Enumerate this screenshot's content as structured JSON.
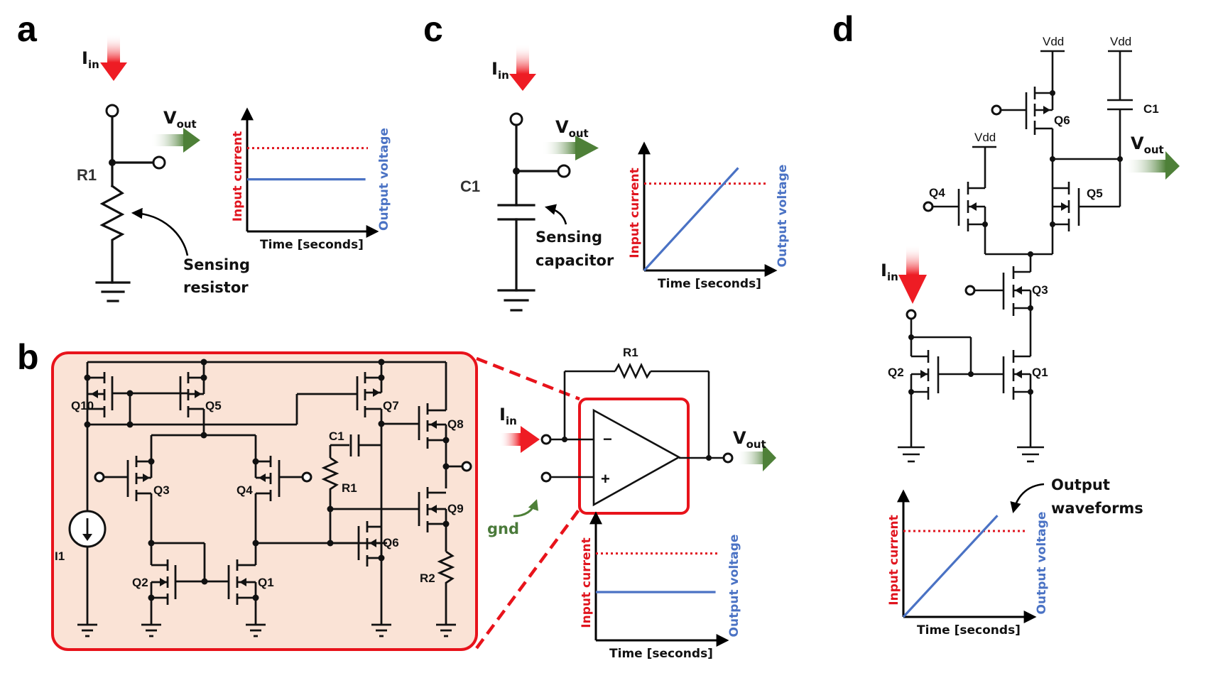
{
  "figure": {
    "panels": {
      "a": {
        "letter": "a",
        "input_label": "I",
        "input_sub": "in",
        "output_label": "V",
        "output_sub": "out",
        "component_label": "R1",
        "annotation_line1": "Sensing",
        "annotation_line2": "resistor"
      },
      "b": {
        "letter": "b",
        "transistors": [
          "Q10",
          "Q5",
          "Q7",
          "Q8",
          "Q3",
          "Q4",
          "Q9",
          "Q6",
          "Q2",
          "Q1"
        ],
        "labels": {
          "Q10": "Q10",
          "Q5": "Q5",
          "Q7": "Q7",
          "Q8": "Q8",
          "Q3": "Q3",
          "Q4": "Q4",
          "Q9": "Q9",
          "Q6": "Q6",
          "Q2": "Q2",
          "Q1": "Q1",
          "C1": "C1",
          "R1": "R1",
          "R2": "R2",
          "I1": "I1"
        },
        "opamp": {
          "feedback_label": "R1",
          "input_label": "I",
          "input_sub": "in",
          "output_label": "V",
          "output_sub": "out",
          "minus": "−",
          "plus": "+",
          "gnd_label": "gnd"
        }
      },
      "c": {
        "letter": "c",
        "input_label": "I",
        "input_sub": "in",
        "output_label": "V",
        "output_sub": "out",
        "component_label": "C1",
        "annotation_line1": "Sensing",
        "annotation_line2": "capacitor"
      },
      "d": {
        "letter": "d",
        "vdd_labels": [
          "Vdd",
          "Vdd",
          "Vdd"
        ],
        "labels": {
          "Q6": "Q6",
          "C1": "C1",
          "Q4": "Q4",
          "Q5": "Q5",
          "Q3": "Q3",
          "Q2": "Q2",
          "Q1": "Q1"
        },
        "input_label": "I",
        "input_sub": "in",
        "output_label": "V",
        "output_sub": "out",
        "annotation_line1": "Output",
        "annotation_line2": "waveforms"
      }
    },
    "colors": {
      "current": "#e0141e",
      "voltage": "#4a72c4",
      "highlight_box": "#e8131b",
      "highlight_fill": "#fae3d6",
      "output_arrow": "#4e8038",
      "gnd_text": "#4a7a3a"
    }
  },
  "chart_data": [
    {
      "id": "panel-a-waveform",
      "type": "line",
      "title": "",
      "xlabel": "Time [seconds]",
      "ylabel_left": "Input current",
      "ylabel_right": "Output voltage",
      "xlim": [
        0,
        1
      ],
      "ylim": [
        0,
        1
      ],
      "series": [
        {
          "name": "Input current",
          "style": "dotted",
          "color": "#e0141e",
          "x": [
            0,
            1
          ],
          "y": [
            0.72,
            0.72
          ]
        },
        {
          "name": "Output voltage",
          "style": "solid",
          "color": "#4a72c4",
          "x": [
            0,
            0.98
          ],
          "y": [
            0.45,
            0.45
          ]
        }
      ]
    },
    {
      "id": "panel-b-waveform",
      "type": "line",
      "title": "",
      "xlabel": "Time [seconds]",
      "ylabel_left": "Input current",
      "ylabel_right": "Output voltage",
      "xlim": [
        0,
        1
      ],
      "ylim": [
        0,
        1
      ],
      "series": [
        {
          "name": "Input current",
          "style": "dotted",
          "color": "#e0141e",
          "x": [
            0,
            1
          ],
          "y": [
            0.72,
            0.72
          ]
        },
        {
          "name": "Output voltage",
          "style": "solid",
          "color": "#4a72c4",
          "x": [
            0,
            0.98
          ],
          "y": [
            0.4,
            0.4
          ]
        }
      ]
    },
    {
      "id": "panel-c-waveform",
      "type": "line",
      "title": "",
      "xlabel": "Time [seconds]",
      "ylabel_left": "Input current",
      "ylabel_right": "Output voltage",
      "xlim": [
        0,
        1
      ],
      "ylim": [
        0,
        1
      ],
      "series": [
        {
          "name": "Input current",
          "style": "dotted",
          "color": "#e0141e",
          "x": [
            0,
            1
          ],
          "y": [
            0.72,
            0.72
          ]
        },
        {
          "name": "Output voltage",
          "style": "solid",
          "color": "#4a72c4",
          "x": [
            0,
            0.77
          ],
          "y": [
            0,
            0.85
          ]
        }
      ]
    },
    {
      "id": "panel-d-waveform",
      "type": "line",
      "title": "",
      "xlabel": "Time [seconds]",
      "ylabel_left": "Input current",
      "ylabel_right": "Output voltage",
      "xlim": [
        0,
        1
      ],
      "ylim": [
        0,
        1
      ],
      "series": [
        {
          "name": "Input current",
          "style": "dotted",
          "color": "#e0141e",
          "x": [
            0,
            1
          ],
          "y": [
            0.72,
            0.72
          ]
        },
        {
          "name": "Output voltage",
          "style": "solid",
          "color": "#4a72c4",
          "x": [
            0,
            0.77
          ],
          "y": [
            0,
            0.85
          ]
        }
      ]
    }
  ]
}
